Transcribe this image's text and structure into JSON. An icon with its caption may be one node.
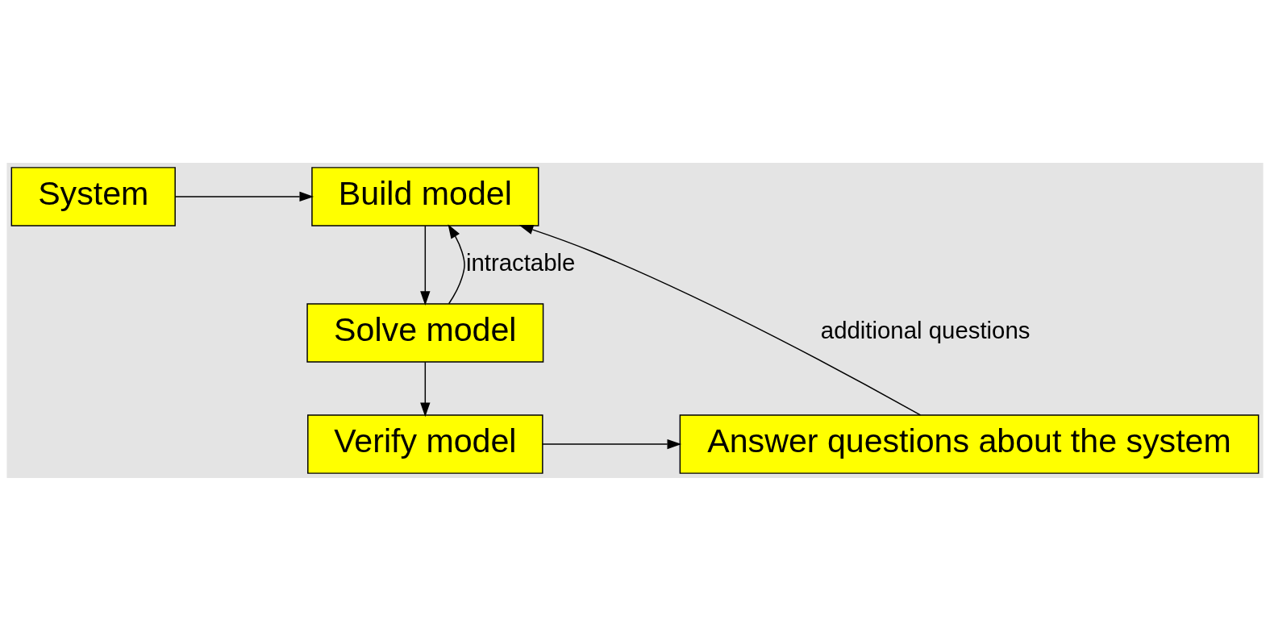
{
  "diagram": {
    "nodes": [
      {
        "text": [
          "System"
        ]
      },
      {
        "text": [
          "Build model"
        ]
      },
      {
        "text": [
          "Solve model"
        ]
      },
      {
        "text": [
          "Verify model"
        ]
      },
      {
        "text": [
          "Answer questions about the system"
        ]
      }
    ],
    "edges": [
      {
        "from": 0,
        "to": 1,
        "arrow": "to"
      },
      {
        "from": 1,
        "to": 2,
        "arrow": "to"
      },
      {
        "from": 2,
        "to": 1,
        "arrow": "to",
        "label": "intractable"
      },
      {
        "from": 2,
        "to": 3,
        "arrow": "to"
      },
      {
        "from": 3,
        "to": 4,
        "arrow": "to"
      },
      {
        "from": 4,
        "to": 1,
        "arrow": "to",
        "label": "additional questions"
      }
    ]
  }
}
